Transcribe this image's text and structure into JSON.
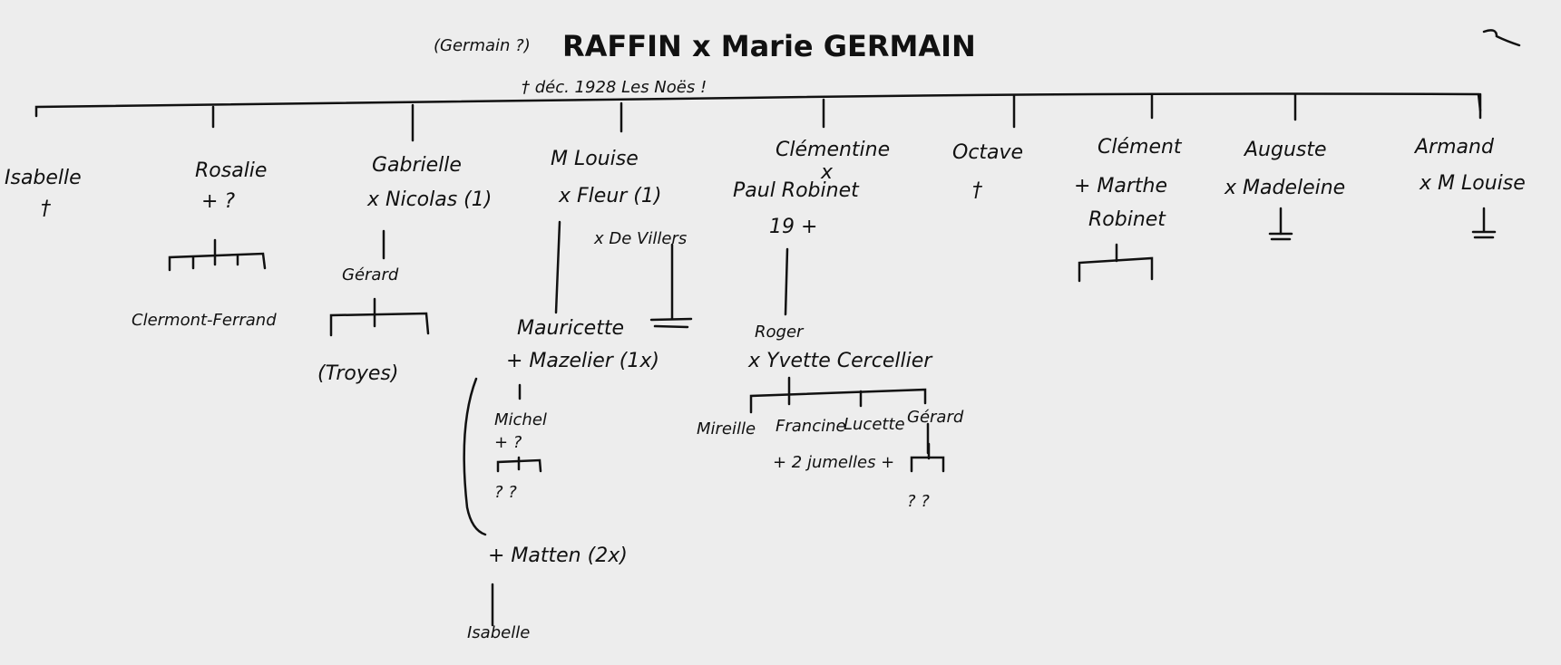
{
  "header": {
    "note": "(Germain ?)",
    "couple": "RAFFIN x Marie GERMAIN",
    "death": "† déc. 1928 Les Noës !"
  },
  "children": [
    {
      "name": "Isabelle",
      "note": "†"
    },
    {
      "name": "Rosalie",
      "note": "+ ?",
      "place": "Clermont-Ferrand"
    },
    {
      "name": "Gabrielle",
      "spouse": "x Nicolas (1)",
      "child": "Gérard",
      "place": "(Troyes)"
    },
    {
      "name": "M Louise",
      "spouse": "x Fleur (1)",
      "spouse2": "x De Villers",
      "child": "Mauricette",
      "child_spouse": "+ Mazelier (1x)",
      "grandchild": "Michel",
      "grandchild_spouse": "+ ?",
      "greatgrandchildren": "? ?",
      "child_spouse2": "+ Matten (2x)",
      "grandchild2": "Isabelle"
    },
    {
      "name": "Clémentine",
      "x": "x",
      "spouse": "Paul Robinet",
      "note": "19 +",
      "child": "Roger",
      "child_spouse": "x Yvette Cercellier",
      "grandchildren": [
        "Mireille",
        "Francine",
        "Lucette",
        "Gérard"
      ],
      "twins": "+ 2 jumelles +",
      "greatgrandchildren": "?   ?"
    },
    {
      "name": "Octave",
      "note": "†"
    },
    {
      "name": "Clément",
      "spouse": "+ Marthe",
      "spouse_last": "Robinet"
    },
    {
      "name": "Auguste",
      "spouse": "x Madeleine"
    },
    {
      "name": "Armand",
      "spouse": "x M Louise"
    }
  ]
}
